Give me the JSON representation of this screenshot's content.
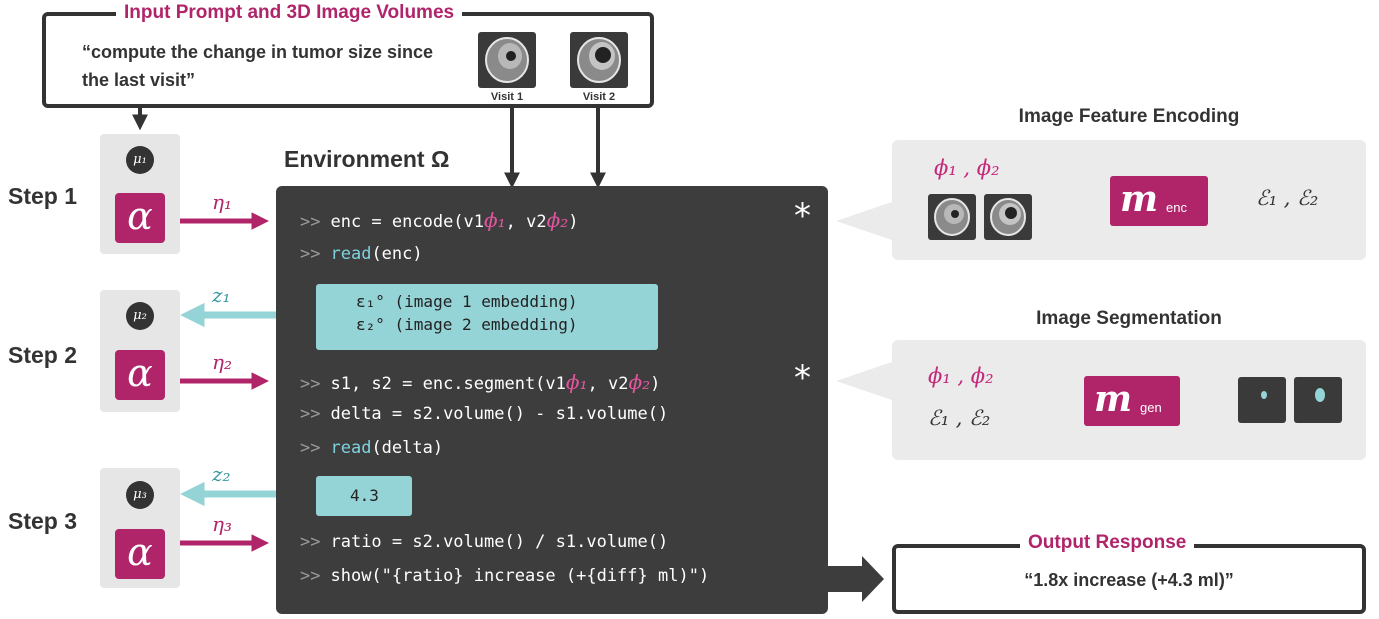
{
  "input": {
    "title": "Input Prompt and 3D Image Volumes",
    "prompt_text": "“compute the change in tumor size since the last visit”",
    "visits": [
      "Visit 1",
      "Visit 2"
    ]
  },
  "environment": {
    "title": "Environment Ω",
    "prompt_symbol": ">>",
    "lines": {
      "l1_pre": "enc = encode(v1",
      "l1_mid": ", v2",
      "l1_post": ")",
      "l2_kw": "read",
      "l2_rest": "(enc)",
      "l3_pre": "s1, s2 = enc.segment(v1",
      "l3_mid": ", v2",
      "l3_post": ")",
      "l4": "delta = s2.volume() - s1.volume()",
      "l5_kw": "read",
      "l5_rest": "(delta)",
      "l6": "ratio = s2.volume() / s1.volume()",
      "l7": "show(\"{ratio} increase (+{diff} ml)\")"
    },
    "phi1": "ϕ₁",
    "phi2": "ϕ₂",
    "obs1_line1": "ε₁° (image 1 embedding)",
    "obs1_line2": "ε₂° (image 2 embedding)",
    "obs2": "4.3",
    "star": "*"
  },
  "steps": [
    {
      "label": "Step 1",
      "mu": "μ₁",
      "eta": "η₁"
    },
    {
      "label": "Step 2",
      "mu": "μ₂",
      "eta": "η₂",
      "z": "z₁"
    },
    {
      "label": "Step 3",
      "mu": "μ₃",
      "eta": "η₃",
      "z": "z₂"
    }
  ],
  "alpha": "α",
  "encoding_panel": {
    "title": "Image Feature Encoding",
    "phi_pair": "ϕ₁ , ϕ₂",
    "model": "m",
    "model_sub": "enc",
    "outputs": "ℰ₁ , ℰ₂"
  },
  "segmentation_panel": {
    "title": "Image Segmentation",
    "phi_pair": "ϕ₁ , ϕ₂",
    "eps_pair": "ℰ₁ , ℰ₂",
    "model": "m",
    "model_sub": "gen"
  },
  "output": {
    "title": "Output Response",
    "text": "“1.8x increase (+4.3 ml)”"
  },
  "colors": {
    "magenta": "#b0246a",
    "teal": "#94d3d6",
    "dark": "#333333",
    "panel": "#3d3d3d"
  }
}
